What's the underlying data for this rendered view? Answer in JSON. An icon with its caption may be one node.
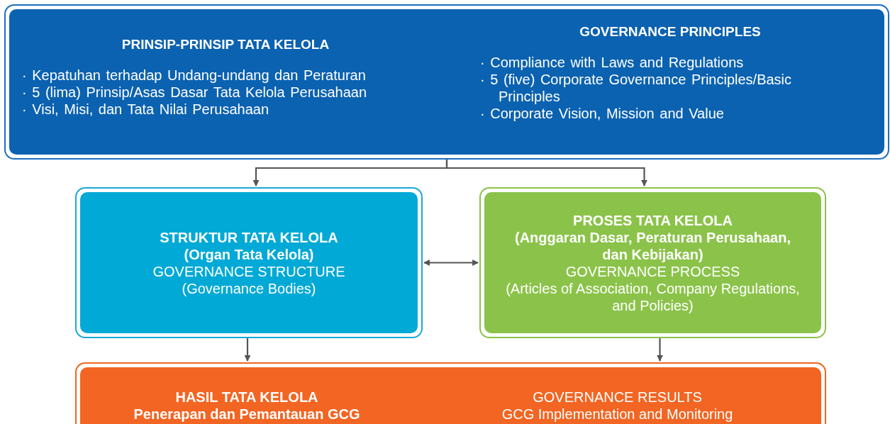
{
  "diagram": {
    "nodes": [
      {
        "text": [
          "PRINSIP-PRINSIP TATA KELOLA",
          "· Kepatuhan terhadap Undang-undang dan Peraturan",
          "· 5 (lima) Prinsip/Asas Dasar Tata Kelola Perusahaan",
          "· Visi, Misi, dan Tata Nilai Perusahaan",
          "GOVERNANCE PRINCIPLES",
          "· Compliance with Laws and Regulations",
          "· 5 (five) Corporate Governance Principles/Basic Principles",
          "· Corporate Vision, Mission and Value"
        ]
      },
      {
        "text": [
          "STRUKTUR TATA KELOLA",
          "(Organ Tata Kelola)",
          "GOVERNANCE STRUCTURE",
          "(Governance Bodies)"
        ]
      },
      {
        "text": [
          "PROSES TATA KELOLA",
          "(Anggaran Dasar, Peraturan Perusahaan, dan Kebijakan)",
          "GOVERNANCE PROCESS",
          "(Articles of Association, Company Regulations, and Policies)"
        ]
      },
      {
        "text": [
          "HASIL TATA KELOLA",
          "Penerapan dan Pemantauan GCG",
          "GOVERNANCE RESULTS",
          "GCG Implementation and Monitoring"
        ]
      }
    ],
    "edges": [
      {
        "from": 0,
        "to": 1,
        "arrow": "to"
      },
      {
        "from": 0,
        "to": 2,
        "arrow": "to"
      },
      {
        "from": 1,
        "to": 2,
        "arrow": "both"
      },
      {
        "from": 1,
        "to": 3,
        "arrow": "to"
      },
      {
        "from": 2,
        "to": 3,
        "arrow": "to"
      }
    ]
  }
}
